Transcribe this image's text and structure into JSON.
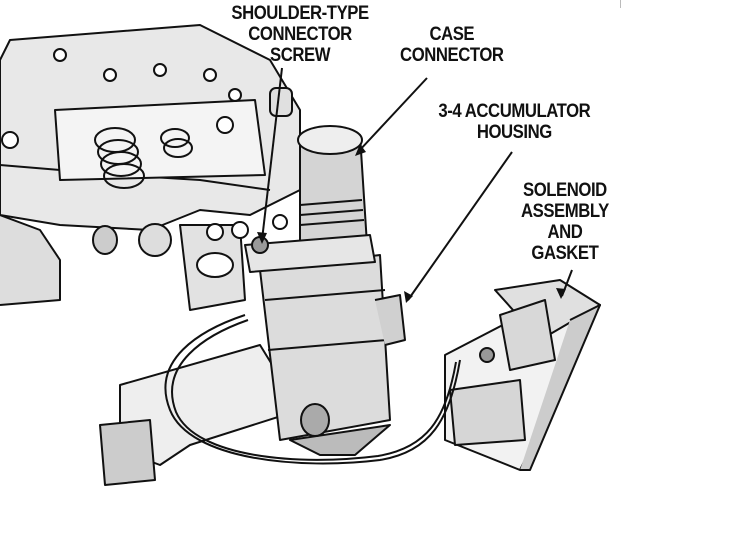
{
  "diagram": {
    "labels": {
      "shoulder_screw": [
        "SHOULDER-TYPE",
        "CONNECTOR",
        "SCREW"
      ],
      "case_connector": [
        "CASE",
        "CONNECTOR"
      ],
      "accumulator_housing": [
        "3-4 ACCUMULATOR",
        "HOUSING"
      ],
      "solenoid_assembly": [
        "SOLENOID",
        "ASSEMBLY",
        "AND",
        "GASKET"
      ]
    }
  }
}
